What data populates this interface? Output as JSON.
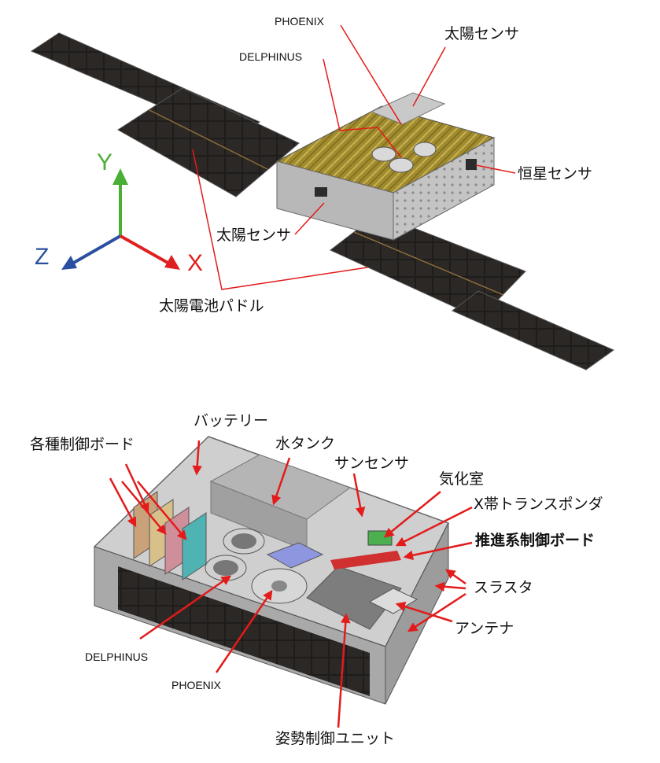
{
  "top_view": {
    "labels": {
      "phoenix": "PHOENIX",
      "delphinus": "DELPHINUS",
      "sun_sensor_top": "太陽センサ",
      "star_sensor": "恒星センサ",
      "sun_sensor_side": "太陽センサ",
      "solar_paddle": "太陽電池パドル"
    },
    "axes": {
      "y": "Y",
      "z": "Z",
      "x": "X"
    },
    "axis_colors": {
      "y": "#4caf35",
      "z": "#2a4fa0",
      "x": "#e02020"
    }
  },
  "bottom_view": {
    "labels": {
      "battery": "バッテリー",
      "control_boards": "各種制御ボード",
      "water_tank": "水タンク",
      "sun_sensor": "サンセンサ",
      "vaporizer": "気化室",
      "x_band_transponder": "X帯トランスポンダ",
      "propulsion_board": "推進系制御ボード",
      "thruster": "スラスタ",
      "antenna": "アンテナ",
      "delphinus": "DELPHINUS",
      "phoenix": "PHOENIX",
      "adcs_unit": "姿勢制御ユニット"
    }
  },
  "colors": {
    "leader": "#e31b1b",
    "panel": "#1c1a18",
    "gold": "#a8902e",
    "structure": "#b8b8b8"
  }
}
